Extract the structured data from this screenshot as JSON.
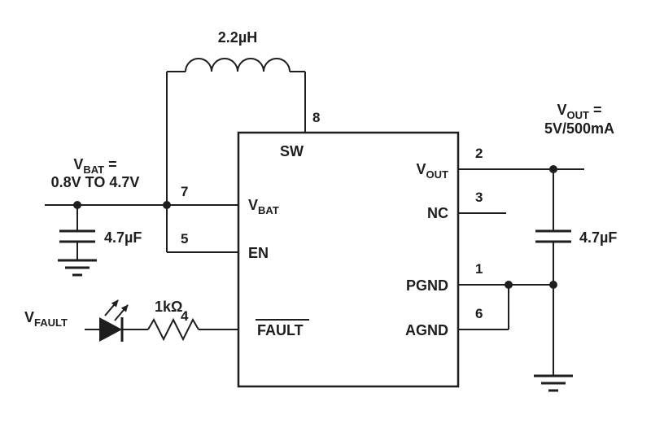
{
  "labels": {
    "inductor": "2.2µH",
    "vbat_spec_main": "V",
    "vbat_spec_sub": "BAT",
    "vbat_spec_rest": " =",
    "vbat_spec_line2": "0.8V TO 4.7V",
    "input_cap": "4.7µF",
    "vfault_main": "V",
    "vfault_sub": "FAULT",
    "resistor": "1kΩ",
    "vout_spec_main": "V",
    "vout_spec_sub": "OUT",
    "vout_spec_rest": " =",
    "vout_spec_line2": "5V/500mA",
    "output_cap": "4.7µF"
  },
  "ic": {
    "pin_sw": {
      "number": "8",
      "name": "SW"
    },
    "pin_vbat": {
      "number": "7",
      "name_main": "V",
      "name_sub": "BAT"
    },
    "pin_en": {
      "number": "5",
      "name": "EN"
    },
    "pin_fault": {
      "number": "4",
      "name": "FAULT"
    },
    "pin_vout": {
      "number": "2",
      "name_main": "V",
      "name_sub": "OUT"
    },
    "pin_nc": {
      "number": "3",
      "name": "NC"
    },
    "pin_pgnd": {
      "number": "1",
      "name": "PGND"
    },
    "pin_agnd": {
      "number": "6",
      "name": "AGND"
    }
  }
}
